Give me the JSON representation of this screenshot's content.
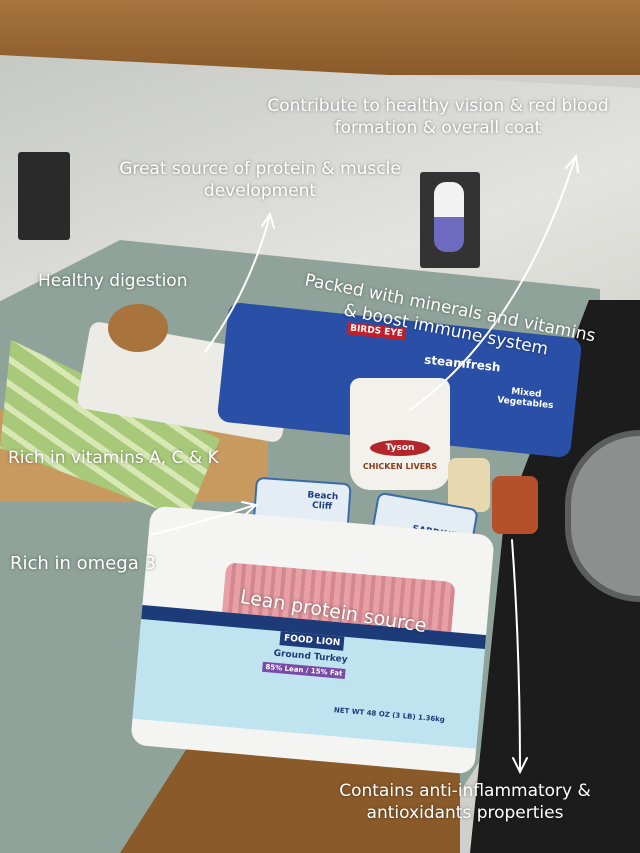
{
  "captions": {
    "vision": "Contribute to healthy vision & red blood formation & overall coat",
    "protein": "Great source of protein & muscle development",
    "digestion": "Healthy digestion",
    "minerals": "Packed with minerals and vitamins & boost immune system",
    "vitamins": "Rich in vitamins A, C & K",
    "omega": "Rich in omega 3",
    "lean": "Lean protein source",
    "antiox": "Contains anti-inflammatory & antioxidants properties"
  },
  "products": {
    "veggies_brand": "BIRDS EYE",
    "veggies_line": "steamfresh",
    "veggies_name": "Mixed Vegetables",
    "livers_brand": "Tyson",
    "livers_name": "CHICKEN LIVERS",
    "sardines_brand": "Beach Cliff",
    "sardines_name": "SARDINES",
    "turkey_brand": "FOOD LION",
    "turkey_name": "Ground Turkey",
    "turkey_fat": "85% Lean / 15% Fat",
    "turkey_weight": "NET WT 48 OZ (3 LB) 1.36kg"
  },
  "colors": {
    "wall": "#d6d7d3",
    "counter": "#8fa39a",
    "cabinet": "#9a6a35",
    "caption": "#ffffff"
  }
}
